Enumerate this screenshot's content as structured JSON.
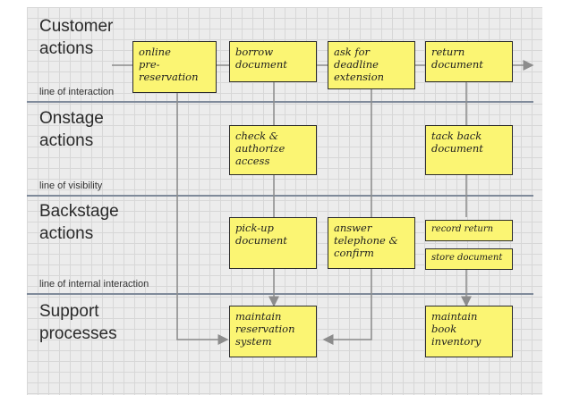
{
  "lanes": {
    "customer": "Customer\nactions",
    "onstage": "Onstage\nactions",
    "backstage": "Backstage\nactions",
    "support": "Support\nprocesses"
  },
  "lines": {
    "interaction": "line of interaction",
    "visibility": "line of visibility",
    "internal": "line of internal interaction"
  },
  "cards": {
    "online_prereservation": "online\npre-\nreservation",
    "borrow_document": "borrow\ndocument",
    "ask_deadline_extension": "ask for\ndeadline\nextension",
    "return_document": "return\ndocument",
    "check_authorize_access": "check &\nauthorize\naccess",
    "tack_back_document": "tack back\ndocument",
    "pickup_document": "pick-up\ndocument",
    "answer_telephone_confirm": "answer\ntelephone &\nconfirm",
    "record_return": "record return",
    "store_document": "store document",
    "maintain_reservation_system": "maintain\nreservation\nsystem",
    "maintain_book_inventory": "maintain\nbook\ninventory"
  },
  "colors": {
    "card_fill": "#fbf573",
    "background": "#ececec",
    "separator": "#7f8a9a",
    "arrow": "#8c8c8c"
  }
}
